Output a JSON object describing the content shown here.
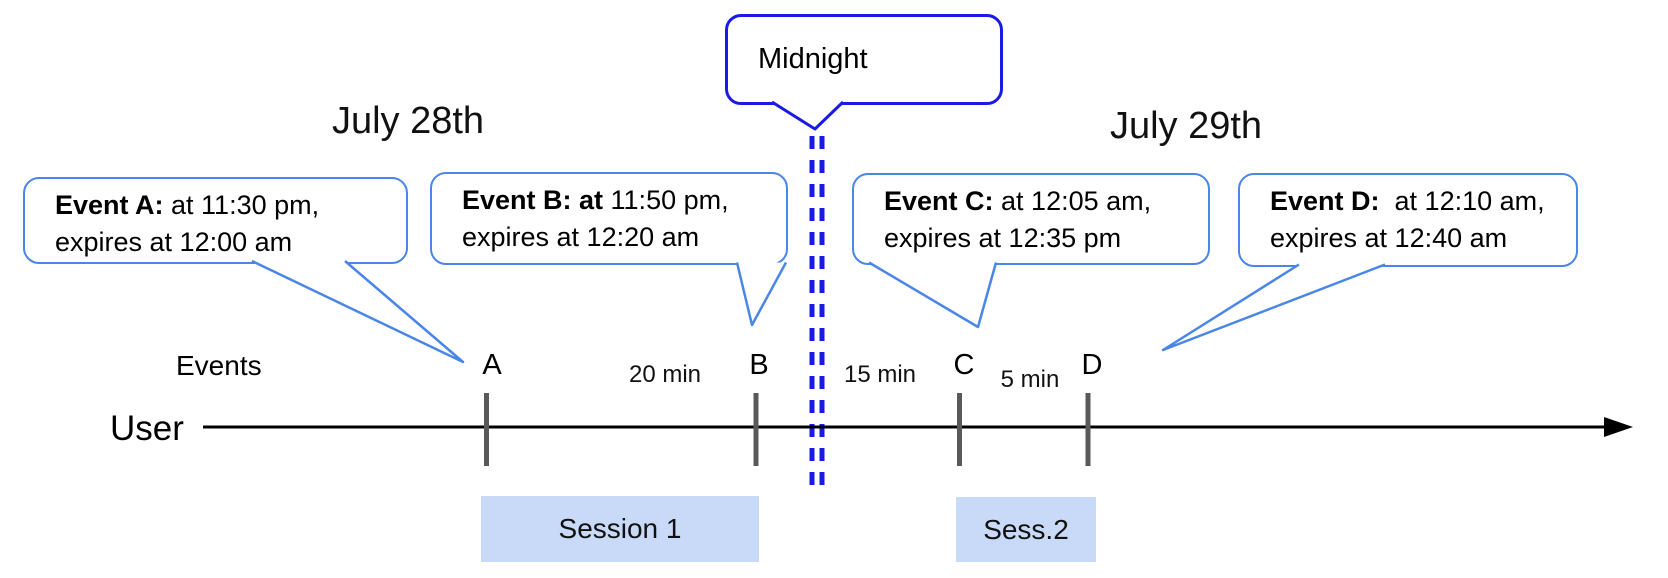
{
  "title_dates": {
    "left": "July 28th",
    "right": "July 29th"
  },
  "midnight_callout": {
    "label": "Midnight"
  },
  "event_callouts": [
    {
      "bold": "Event A:",
      "rest": " at 11:30 pm,",
      "line2": "expires at 12:00 am"
    },
    {
      "bold": "Event B: at",
      "rest": " 11:50 pm,",
      "line2": "expires at 12:20 am"
    },
    {
      "bold": "Event C:",
      "rest": " at 12:05 am,",
      "line2": "expires at 12:35 pm"
    },
    {
      "bold": "Event D:",
      "rest": "  at 12:10 am,",
      "line2": "expires at 12:40 am"
    }
  ],
  "timeline": {
    "row_label": "User",
    "events_label": "Events",
    "ticks": [
      "A",
      "B",
      "C",
      "D"
    ],
    "intervals": [
      "20 min",
      "15 min",
      "5 min"
    ]
  },
  "sessions": [
    {
      "label": "Session 1"
    },
    {
      "label": "Sess.2"
    }
  ],
  "colors": {
    "event_callout_border": "#4a86e8",
    "midnight_blue": "#1a1ae6",
    "session_fill": "#c9daf8",
    "tick_gray": "#595959",
    "axis_black": "#000000"
  }
}
